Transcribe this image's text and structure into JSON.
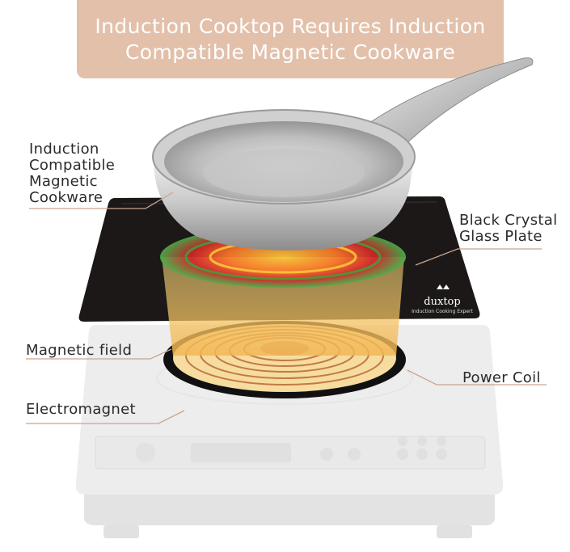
{
  "banner": {
    "line1": "Induction Cooktop Requires Induction",
    "line2": "Compatible Magnetic Cookware"
  },
  "labels": {
    "cookware": [
      "Induction",
      "Compatible",
      "Magnetic",
      "Cookware"
    ],
    "glass_plate": [
      "Black Crystal",
      "Glass Plate"
    ],
    "magnetic_field": "Magnetic field",
    "power_coil": "Power Coil",
    "electromagnet": "Electromagnet"
  },
  "plate_brand": {
    "name": "duxtop",
    "tagline": "Induction Cooking Expert"
  },
  "colors": {
    "banner": "#e2c0aa",
    "leader_line": "#c9a58e",
    "glass": "#1c1818",
    "field_glow": "#f2c15a",
    "coil": "#c27a45"
  }
}
